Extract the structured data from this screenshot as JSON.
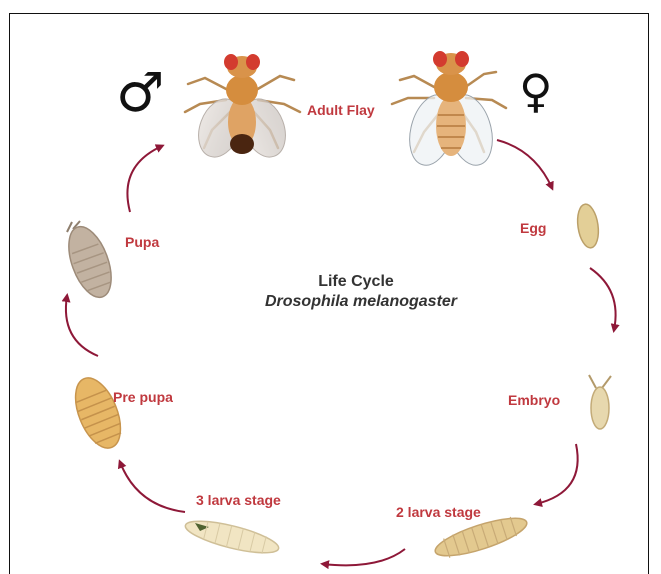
{
  "title": "Life Cycle",
  "subtitle": "Drosophila melanogaster",
  "symbols": {
    "male": "♂",
    "female": "♀"
  },
  "stages": {
    "adult": "Adult Flay",
    "egg": "Egg",
    "embryo": "Embryo",
    "larva2": "2 larva stage",
    "larva3": "3 larva stage",
    "prepupa": "Pre pupa",
    "pupa": "Pupa"
  },
  "colors": {
    "label": "#c0393f",
    "arrow": "#8e1838",
    "frame": "#111111"
  },
  "icons": [
    "male-fly-icon",
    "female-fly-icon",
    "egg-icon",
    "embryo-icon",
    "larva-2-icon",
    "larva-3-icon",
    "prepupa-icon",
    "pupa-icon"
  ]
}
